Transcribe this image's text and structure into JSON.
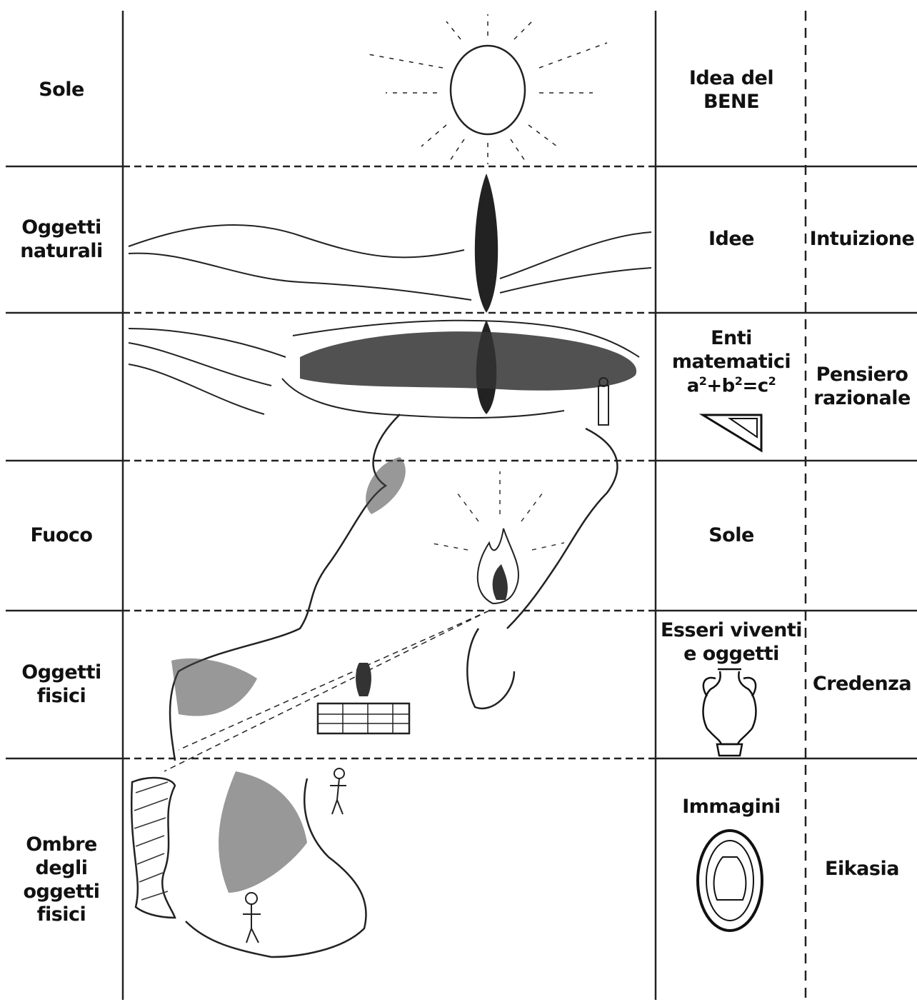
{
  "left_column": [
    {
      "label": "Sole"
    },
    {
      "label": "Oggetti\nnaturali"
    },
    {
      "label": ""
    },
    {
      "label": "Fuoco"
    },
    {
      "label": "Oggetti\nfisici"
    },
    {
      "label": "Ombre\ndegli\noggetti\nfisici"
    }
  ],
  "middle_column": [
    {
      "label": "Idea del\nBENE"
    },
    {
      "label": "Idee"
    },
    {
      "label": "Enti\nmatematici",
      "formula": {
        "a": "a",
        "b": "b",
        "c": "c",
        "exp": "2",
        "plus": "+",
        "eq": "="
      }
    },
    {
      "label": "Sole"
    },
    {
      "label": "Esseri viventi\ne oggetti"
    },
    {
      "label": "Immagini"
    }
  ],
  "right_column": [
    {
      "label": ""
    },
    {
      "label": "Intuizione"
    },
    {
      "label": "Pensiero\nrazionale"
    },
    {
      "label": ""
    },
    {
      "label": "Credenza"
    },
    {
      "label": "Eikasia"
    }
  ],
  "icons": [
    "sun-icon",
    "cypress-tree-icon",
    "set-square-icon",
    "fire-icon",
    "amphora-icon",
    "amphora-reflection-icon",
    "wall-icon",
    "prisoner-icon"
  ]
}
